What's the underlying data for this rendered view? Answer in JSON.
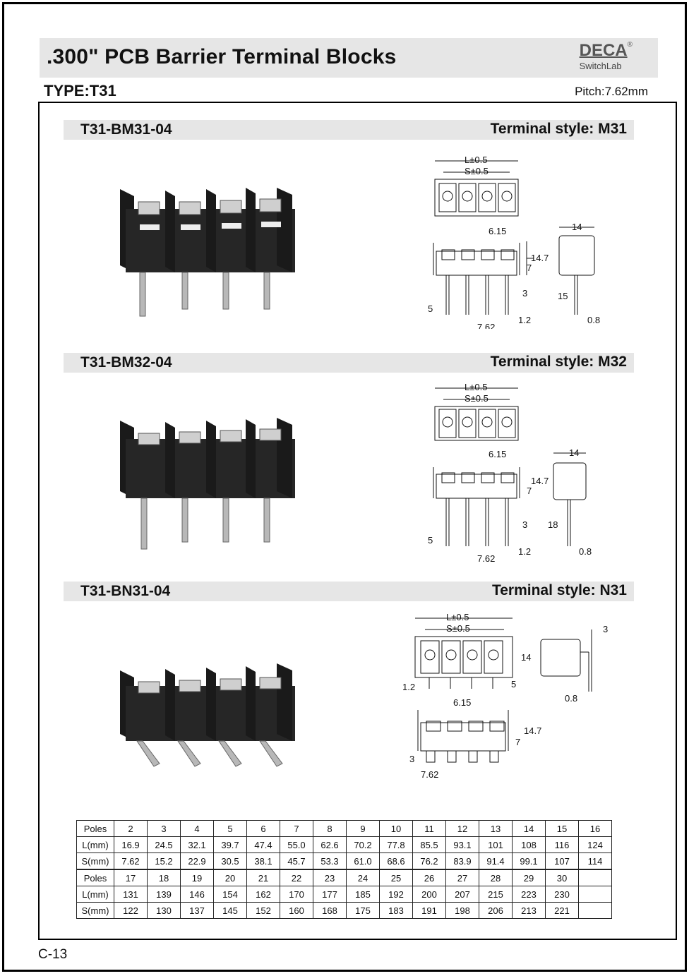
{
  "header": {
    "title": ".300\" PCB Barrier Terminal Blocks",
    "brand": "DECA",
    "brand_mark": "®",
    "brand_sub": "SwitchLab"
  },
  "type_label": "TYPE:T31",
  "pitch_label": "Pitch:7.62mm",
  "sections": [
    {
      "model": "T31-BM31-04",
      "style": "Terminal style: M31",
      "dims": {
        "L": "L±0.5",
        "S": "S±0.5",
        "a": "6.15",
        "b": "14.7",
        "c": "7",
        "d": "3",
        "e": "5",
        "f": "7.62",
        "g": "1.2",
        "w": "14",
        "h": "15",
        "t": "0.8"
      }
    },
    {
      "model": "T31-BM32-04",
      "style": "Terminal style: M32",
      "dims": {
        "L": "L±0.5",
        "S": "S±0.5",
        "a": "6.15",
        "b": "14.7",
        "c": "7",
        "d": "3",
        "e": "5",
        "f": "7.62",
        "g": "1.2",
        "w": "14",
        "h": "18",
        "t": "0.8"
      }
    },
    {
      "model": "T31-BN31-04",
      "style": "Terminal style: N31",
      "dims": {
        "L": "L±0.5",
        "S": "S±0.5",
        "a": "6.15",
        "b": "14.7",
        "c": "7",
        "d": "3",
        "e": "5",
        "f": "7.62",
        "g": "1.2",
        "w": "14",
        "h": "3",
        "t": "0.8"
      }
    }
  ],
  "table": {
    "rows": [
      [
        "Poles",
        "2",
        "3",
        "4",
        "5",
        "6",
        "7",
        "8",
        "9",
        "10",
        "11",
        "12",
        "13",
        "14",
        "15",
        "16"
      ],
      [
        "L(mm)",
        "16.9",
        "24.5",
        "32.1",
        "39.7",
        "47.4",
        "55.0",
        "62.6",
        "70.2",
        "77.8",
        "85.5",
        "93.1",
        "101",
        "108",
        "116",
        "124"
      ],
      [
        "S(mm)",
        "7.62",
        "15.2",
        "22.9",
        "30.5",
        "38.1",
        "45.7",
        "53.3",
        "61.0",
        "68.6",
        "76.2",
        "83.9",
        "91.4",
        "99.1",
        "107",
        "114"
      ],
      [
        "Poles",
        "17",
        "18",
        "19",
        "20",
        "21",
        "22",
        "23",
        "24",
        "25",
        "26",
        "27",
        "28",
        "29",
        "30",
        ""
      ],
      [
        "L(mm)",
        "131",
        "139",
        "146",
        "154",
        "162",
        "170",
        "177",
        "185",
        "192",
        "200",
        "207",
        "215",
        "223",
        "230",
        ""
      ],
      [
        "S(mm)",
        "122",
        "130",
        "137",
        "145",
        "152",
        "160",
        "168",
        "175",
        "183",
        "191",
        "198",
        "206",
        "213",
        "221",
        ""
      ]
    ]
  },
  "page_number": "C-13",
  "colors": {
    "band": "#e6e6e6",
    "block": "#262626",
    "pin": "#b8b8b8"
  }
}
